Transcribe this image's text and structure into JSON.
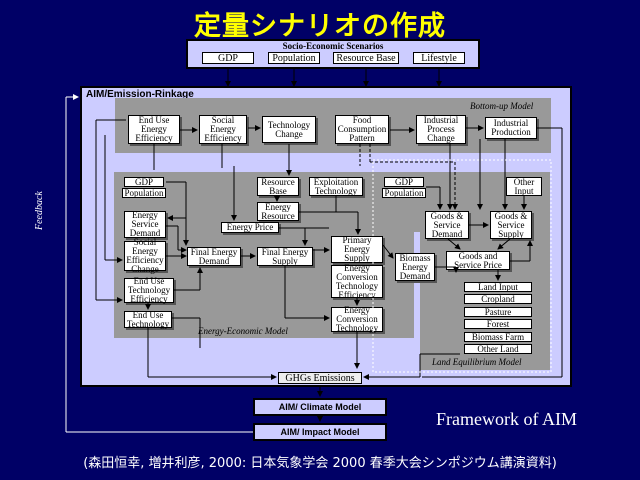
{
  "title": "定量シナリオの作成",
  "socio": {
    "title": "Socio-Economic Scenarios",
    "items": [
      "GDP",
      "Population",
      "Resource Base",
      "Lifestyle"
    ]
  },
  "aim_frame_title": "AIM/Emission-Rinkage",
  "feedback_label": "Feedback",
  "bottom_up": {
    "label": "Bottom-up Model",
    "boxes": [
      "End Use Energy Efficiency",
      "Social Energy Efficiency",
      "Technology Change",
      "Food Consumption Pattern",
      "Industrial Process Change",
      "Industrial Production"
    ]
  },
  "energy_econ": {
    "label": "Energy-Economic Model",
    "gdp": "GDP",
    "population": "Population",
    "resource_base": "Resource Base",
    "exploitation_technology": "Exploitation Technology",
    "energy_resource": "Energy Resource",
    "energy_service_demand": "Energy Service Demand",
    "energy_price": "Energy Price",
    "social_energy_efficiency_change": "Social Energy Efficiency Change",
    "final_energy_demand": "Final Energy Demand",
    "final_energy_supply": "Final Energy Supply",
    "primary_energy_supply": "Primary Energy Supply",
    "end_use_technology_efficiency": "End Use Technology Efficiency",
    "energy_conversion_technology_efficiency": "Energy Conversion Technology Efficiency",
    "end_use_technology": "End Use Technology",
    "energy_conversion_technology": "Energy Conversion Technology",
    "biomass_energy_demand": "Biomass Energy Demand"
  },
  "land_eq": {
    "label": "Land Equilibrium Model",
    "gdp": "GDP",
    "population": "Population",
    "other_input": "Other Input",
    "goods_service_demand": "Goods & Service Demand",
    "goods_service_supply": "Goods & Service Supply",
    "goods_service_price": "Goods and Service Price",
    "land_items": [
      "Land Input",
      "Cropland",
      "Pasture",
      "Forest",
      "Biomass Farm",
      "Other Land"
    ]
  },
  "ghg": "GHGs Emissions",
  "climate_model": "AIM/ Climate Model",
  "impact_model": "AIM/ Impact Model",
  "framework_label": "Framework of AIM",
  "citation": "(森田恒幸, 増井利彦, 2000: 日本気象学会 2000 春季大会シンポジウム講演資料)",
  "colors": {
    "background": "#000066",
    "title": "#ffff00",
    "frame": "#ccccff",
    "panel_gray": "#999999"
  }
}
